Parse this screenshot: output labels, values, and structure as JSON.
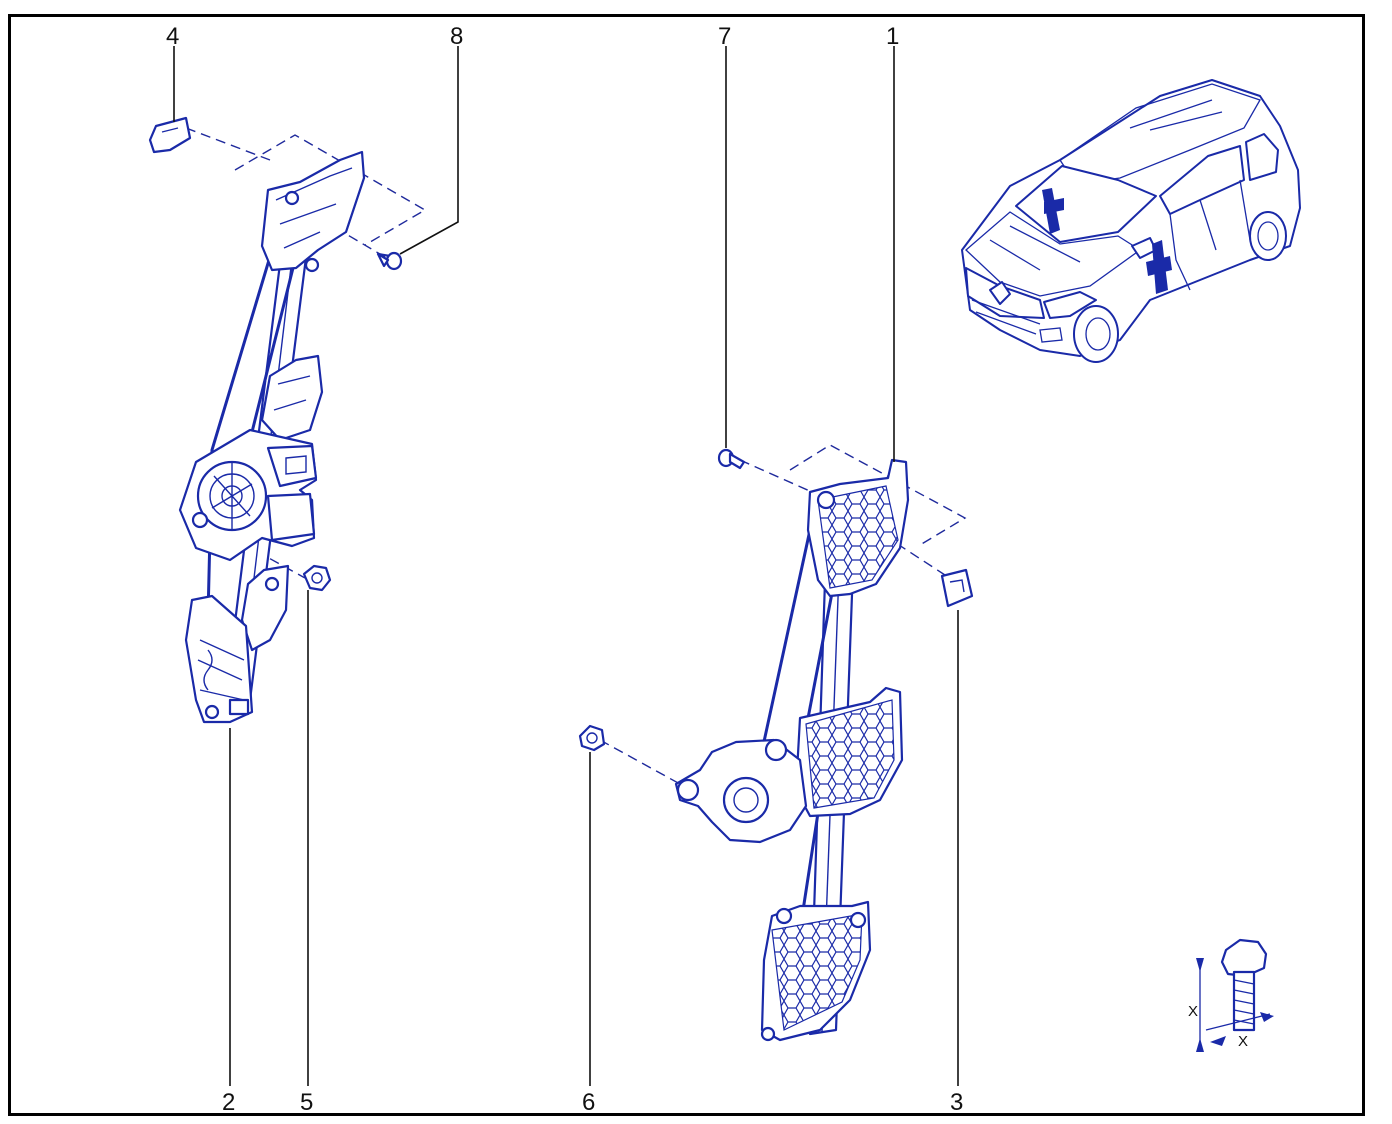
{
  "callouts": {
    "c1": "1",
    "c2": "2",
    "c3": "3",
    "c4": "4",
    "c5": "5",
    "c6": "6",
    "c7": "7",
    "c8": "8"
  },
  "torque_symbol": {
    "x_left": "X",
    "x_bottom": "X"
  },
  "colors": {
    "line_art": "#1a2aa8",
    "frame": "#000000",
    "text": "#111111"
  }
}
